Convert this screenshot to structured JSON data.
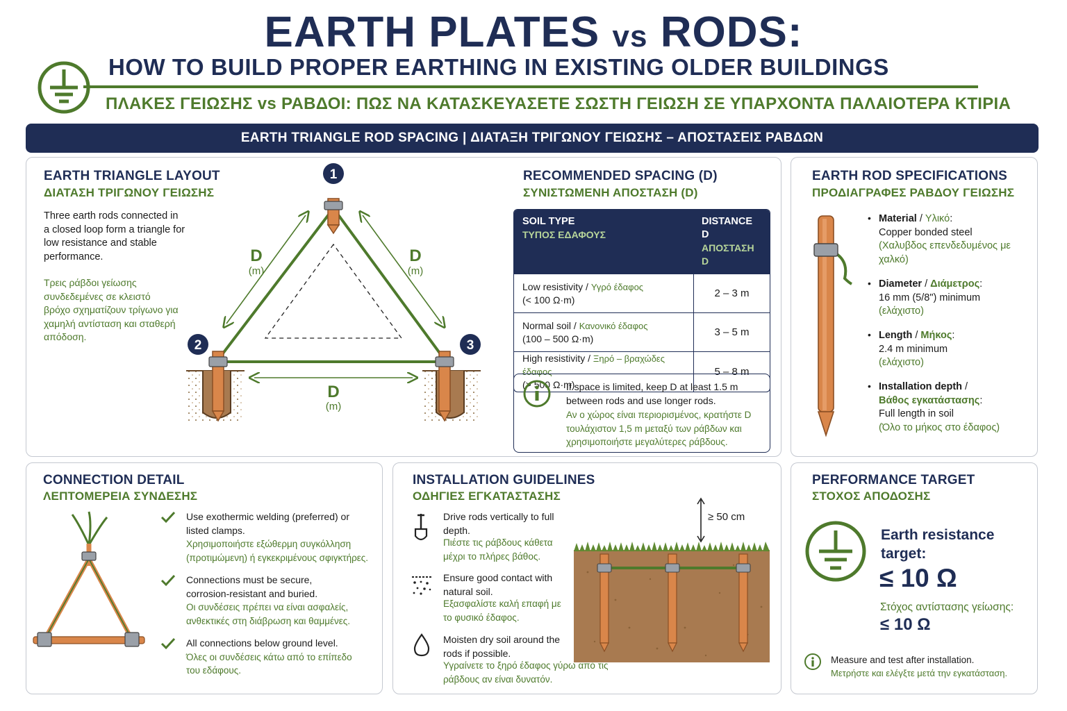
{
  "header": {
    "title_part1": "EARTH PLATES",
    "title_vs": "vs",
    "title_part2": "RODS:",
    "subtitle": "HOW TO BUILD PROPER EARTHING IN EXISTING OLDER BUILDINGS",
    "subtitle_gr": "ΠΛΑΚΕΣ ΓΕΙΩΣΗΣ vs ΡΑΒΔΟΙ: ΠΩΣ ΝΑ ΚΑΤΑΣΚΕΥΑΣΕΤΕ ΣΩΣΤΗ ΓΕΙΩΣΗ ΣΕ ΥΠΑΡΧΟΝΤΑ ΠΑΛΑΙΟΤΕΡΑ ΚΤΙΡΙΑ"
  },
  "banner": "EARTH TRIANGLE ROD SPACING | ΔΙΑΤΑΞΗ ΤΡΙΓΩΝΟΥ ΓΕΙΩΣΗΣ – ΑΠΟΣΤΑΣΕΙΣ ΡΑΒΔΩΝ",
  "triangle": {
    "title": "EARTH TRIANGLE LAYOUT",
    "title_gr": "ΔΙΑΤΑΣΗ ΤΡΙΓΩΝΟΥ ΓΕΙΩΣΗΣ",
    "text": "Three earth rods connected in a closed loop form a triangle for low resistance and stable performance.",
    "text_gr": "Τρεις ράβδοι γείωσης συνδεδεμένες σε κλειστό βρόχο σχηματίζουν τρίγωνο για χαμηλή αντίσταση και σταθερή απόδοση.",
    "rod_numbers": [
      "1",
      "2",
      "3"
    ],
    "d_label": "D",
    "d_unit": "(m)"
  },
  "spacing": {
    "title": "RECOMMENDED SPACING (D)",
    "title_gr": "ΣΥΝΙΣΤΩΜΕΝΗ ΑΠΟΣΤΑΣΗ (D)",
    "col_soil": "SOIL TYPE",
    "col_soil_gr": "ΤΥΠΟΣ ΕΔΑΦΟΥΣ",
    "col_dist": "DISTANCE D",
    "col_dist_gr": "ΑΠΟΣΤΑΣΗ D",
    "rows": [
      {
        "name": "Low resistivity",
        "name_gr": "Υγρό έδαφος",
        "range": "(< 100 Ω·m)",
        "distance": "2 – 3 m"
      },
      {
        "name": "Normal soil",
        "name_gr": "Κανονικό έδαφος",
        "range": "(100 – 500 Ω·m)",
        "distance": "3 – 5 m"
      },
      {
        "name": "High resistivity",
        "name_gr": "Ξηρό – βραχώδες έδαφος",
        "range": "(> 500 Ω·m)",
        "distance": "5 – 8 m"
      }
    ],
    "note": "If space is limited, keep D at least 1.5 m between rods and use longer rods.",
    "note_gr": "Αν ο χώρος είναι περιορισμένος, κρατήστε D τουλάχιστον 1,5 m μεταξύ των ράβδων και χρησιμοποιήστε μεγαλύτερες ράβδους."
  },
  "specs": {
    "title": "EARTH ROD SPECIFICATIONS",
    "title_gr": "ΠΡΟΔΙΑΓΡΑΦΕΣ ΡΑΒΔΟΥ ΓΕΙΩΣΗΣ",
    "items": [
      {
        "label": "Material",
        "label_gr": "Υλικό",
        "value": "Copper bonded steel",
        "value_gr": "(Χαλυβδος επενδεδυμένος με χαλκό)"
      },
      {
        "label": "Diameter",
        "label_gr": "Διάμετρος",
        "value": "16 mm (5/8\") minimum",
        "value_gr": "(ελάχιστο)"
      },
      {
        "label": "Length",
        "label_gr": "Μήκος",
        "value": "2.4 m minimum",
        "value_gr": "(ελάχιστο)"
      },
      {
        "label": "Installation depth",
        "label_gr": "Βάθος εγκατάστασης",
        "value": "Full length in soil",
        "value_gr": "(Όλο το μήκος στο έδαφος)"
      }
    ]
  },
  "connection": {
    "title": "CONNECTION DETAIL",
    "title_gr": "ΛΕΠΤΟΜΕΡΕΙΑ ΣΥΝΔΕΣΗΣ",
    "items": [
      {
        "text": "Use exothermic welding (preferred) or listed clamps.",
        "text_gr": "Χρησιμοποιήστε εξώθερμη συγκόλληση (προτιμώμενη) ή εγκεκριμένους σφιγκτήρες."
      },
      {
        "text": "Connections must be secure, corrosion-resistant and buried.",
        "text_gr": "Οι συνδέσεις πρέπει να είναι ασφαλείς, ανθεκτικές στη διάβρωση και θαμμένες."
      },
      {
        "text": "All connections below ground level.",
        "text_gr": "Όλες οι συνδέσεις κάτω από το επίπεδο του εδάφους."
      }
    ]
  },
  "install": {
    "title": "INSTALLATION GUIDELINES",
    "title_gr": "ΟΔΗΓΙΕΣ ΕΓΚΑΤΑΣΤΑΣΗΣ",
    "items": [
      {
        "icon": "shovel-icon",
        "text": "Drive rods vertically to full depth.",
        "text_gr": "Πιέστε τις ράβδους κάθετα μέχρι το πλήρες βάθος."
      },
      {
        "icon": "soil-icon",
        "text": "Ensure good contact with natural soil.",
        "text_gr": "Εξασφαλίστε καλή επαφή με το φυσικό έδαφος."
      },
      {
        "icon": "water-drop-icon",
        "text": "Moisten dry soil around the rods if possible.",
        "text_gr": "Υγραίνετε το ξηρό έδαφος γύρω από τις ράβδους αν είναι δυνατόν."
      }
    ],
    "depth_label": "≥ 50 cm"
  },
  "performance": {
    "title": "PERFORMANCE TARGET",
    "title_gr": "ΣΤΟΧΟΣ ΑΠΟΔΟΣΗΣ",
    "target_label": "Earth resistance target:",
    "target_value": "≤ 10 Ω",
    "target_label_gr": "Στόχος αντίστασης γείωσης:",
    "target_value_gr": "≤ 10 Ω",
    "note": "Measure and test after installation.",
    "note_gr": "Μετρήστε και ελέγξτε μετά την εγκατάσταση."
  },
  "colors": {
    "navy": "#1f2d55",
    "green": "#4e7a2c",
    "copper": "#d9864a",
    "soil": "#a87a50"
  }
}
